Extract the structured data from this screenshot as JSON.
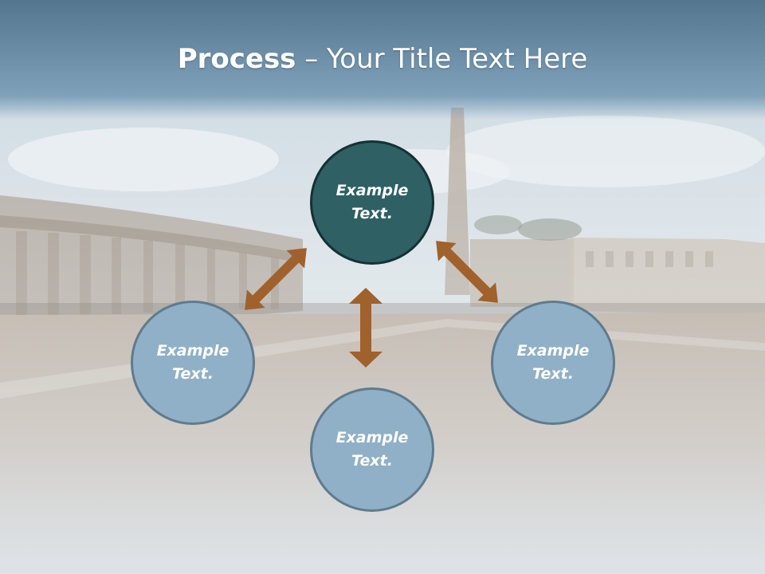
{
  "title": {
    "bold": "Process",
    "rest": " – Your Title Text Here"
  },
  "nodes": {
    "center": "Example\nText.",
    "left": "Example\nText.",
    "right": "Example\nText.",
    "bottom": "Example\nText."
  },
  "colors": {
    "center_fill": "#2e6064",
    "outer_fill": "#8fb0c6",
    "arrow": "#a0612c",
    "title_bar": "#5a84a3"
  }
}
